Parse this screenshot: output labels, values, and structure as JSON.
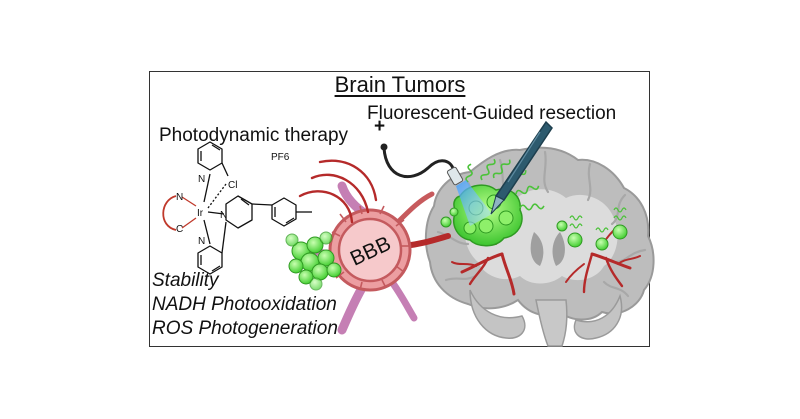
{
  "title": "Brain Tumors",
  "labels": {
    "fluorescent_guided_resection": "Fluorescent-Guided resection",
    "photodynamic_therapy": "Photodynamic therapy",
    "plus_sign": "+",
    "counterion": "PF6",
    "bbb": "BBB"
  },
  "molecule_atoms": {
    "n_top": "N",
    "cl": "Cl",
    "ir": "Ir",
    "n_center": "N",
    "n_bottom": "N",
    "n_chelate": "N",
    "c_chelate": "C"
  },
  "properties": [
    "Stability",
    "NADH Photooxidation",
    "ROS Photogeneration"
  ],
  "colors": {
    "frame": "#333333",
    "brain_gray": "#b9b9b9",
    "brain_white_matter": "#d8d8d8",
    "vessel_red": "#b52a2a",
    "bbb_pink": "#e8a3a6",
    "vessel_pink_branch": "#c57fb4",
    "tumor_green": "#5fdc46",
    "light_blue": "#58b6ff",
    "probe_steel": "#2d5a6e",
    "chelate_red": "#c0392b"
  }
}
